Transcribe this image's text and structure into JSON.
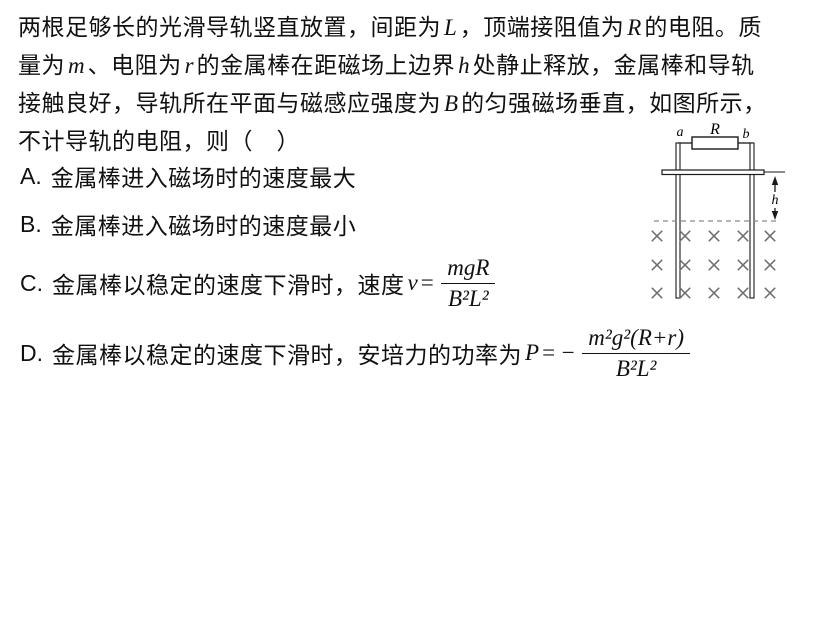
{
  "problem": {
    "lines": [
      {
        "segments": [
          {
            "t": "两根足够长的光滑导轨竖直放置，间距为"
          },
          {
            "t": "L",
            "s": "m"
          },
          {
            "t": "，顶端接阻值为"
          },
          {
            "t": "R",
            "s": "m"
          },
          {
            "t": "的电阻。质"
          }
        ]
      },
      {
        "segments": [
          {
            "t": "量为"
          },
          {
            "t": "m",
            "s": "m"
          },
          {
            "t": "、电阻为"
          },
          {
            "t": "r",
            "s": "m"
          },
          {
            "t": "的金属棒在距磁场上边界"
          },
          {
            "t": "h",
            "s": "m"
          },
          {
            "t": "处静止释放，金属棒和导轨"
          }
        ]
      },
      {
        "segments": [
          {
            "t": "接触良好，导轨所在平面与磁感应强度为"
          },
          {
            "t": "B",
            "s": "m"
          },
          {
            "t": "的匀强磁场垂直，如图所示，"
          }
        ]
      },
      {
        "segments": [
          {
            "t": "不计导轨的电阻，则（　）"
          }
        ]
      }
    ]
  },
  "options": [
    {
      "label": "A.",
      "segments": [
        {
          "t": "金属棒进入磁场时的速度最大"
        }
      ]
    },
    {
      "label": "B.",
      "segments": [
        {
          "t": "金属棒进入磁场时的速度最小"
        }
      ]
    },
    {
      "label": "C.",
      "segments": [
        {
          "t": "金属棒以稳定的速度下滑时，速度"
        },
        {
          "t": "v",
          "s": "m"
        },
        {
          "t": "="
        },
        {
          "frac": {
            "num": "mgR",
            "den": "B²L²"
          }
        }
      ]
    },
    {
      "label": "D.",
      "segments": [
        {
          "t": "金属棒以稳定的速度下滑时，安培力的功率为"
        },
        {
          "t": "P",
          "s": "m"
        },
        {
          "t": "= −"
        },
        {
          "frac": {
            "num": "m²g²(R+r)",
            "den": "B²L²"
          }
        }
      ]
    }
  ],
  "diagram": {
    "label_a": "a",
    "label_R": "R",
    "label_b": "b",
    "label_h": "h",
    "field": {
      "rows": 3,
      "cols": 5,
      "symbol": "×",
      "meaning": "uniform magnetic field into the page"
    },
    "colors": {
      "line": "#1a1a1a",
      "field_gray": "#6f6f6f",
      "dash_gray": "#8a8a8a"
    }
  }
}
